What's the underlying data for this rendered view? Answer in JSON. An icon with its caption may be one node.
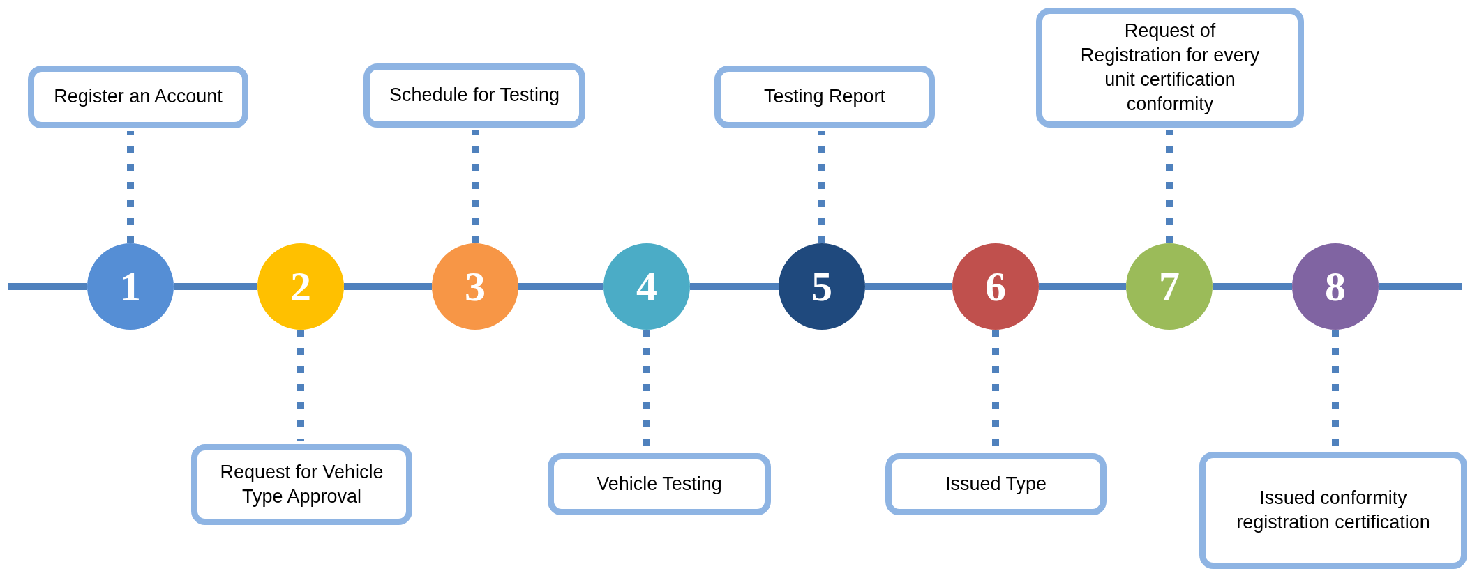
{
  "diagram": {
    "nodes": [
      {
        "text": [
          "1"
        ]
      },
      {
        "text": [
          "2"
        ]
      },
      {
        "text": [
          "3"
        ]
      },
      {
        "text": [
          "4"
        ]
      },
      {
        "text": [
          "5"
        ]
      },
      {
        "text": [
          "6"
        ]
      },
      {
        "text": [
          "7"
        ]
      },
      {
        "text": [
          "8"
        ]
      },
      {
        "text": [
          "Register an Account"
        ]
      },
      {
        "text": [
          "Request for Vehicle Type Approval"
        ]
      },
      {
        "text": [
          "Schedule for Testing"
        ]
      },
      {
        "text": [
          "Vehicle Testing"
        ]
      },
      {
        "text": [
          "Testing Report"
        ]
      },
      {
        "text": [
          "Issued Type"
        ]
      },
      {
        "text": [
          "Request of Registration for every unit certification conformity"
        ]
      },
      {
        "text": [
          "Issued conformity registration certification"
        ]
      }
    ],
    "edges": [
      {
        "from": null,
        "to": 0,
        "arrow": "none"
      },
      {
        "from": 0,
        "to": 1,
        "arrow": "none"
      },
      {
        "from": 1,
        "to": 2,
        "arrow": "none"
      },
      {
        "from": 2,
        "to": 3,
        "arrow": "none"
      },
      {
        "from": 3,
        "to": 4,
        "arrow": "none"
      },
      {
        "from": 4,
        "to": 5,
        "arrow": "none"
      },
      {
        "from": 5,
        "to": 6,
        "arrow": "none"
      },
      {
        "from": 6,
        "to": 7,
        "arrow": "none"
      },
      {
        "from": 7,
        "to": null,
        "arrow": "none"
      },
      {
        "from": 0,
        "to": 8,
        "arrow": "none",
        "style": "dashed"
      },
      {
        "from": 1,
        "to": 9,
        "arrow": "none",
        "style": "dashed"
      },
      {
        "from": 2,
        "to": 10,
        "arrow": "none",
        "style": "dashed"
      },
      {
        "from": 3,
        "to": 11,
        "arrow": "none",
        "style": "dashed"
      },
      {
        "from": 4,
        "to": 12,
        "arrow": "none",
        "style": "dashed"
      },
      {
        "from": 5,
        "to": 13,
        "arrow": "none",
        "style": "dashed"
      },
      {
        "from": 6,
        "to": 14,
        "arrow": "none",
        "style": "dashed"
      },
      {
        "from": 7,
        "to": 15,
        "arrow": "none",
        "style": "dashed"
      }
    ]
  }
}
